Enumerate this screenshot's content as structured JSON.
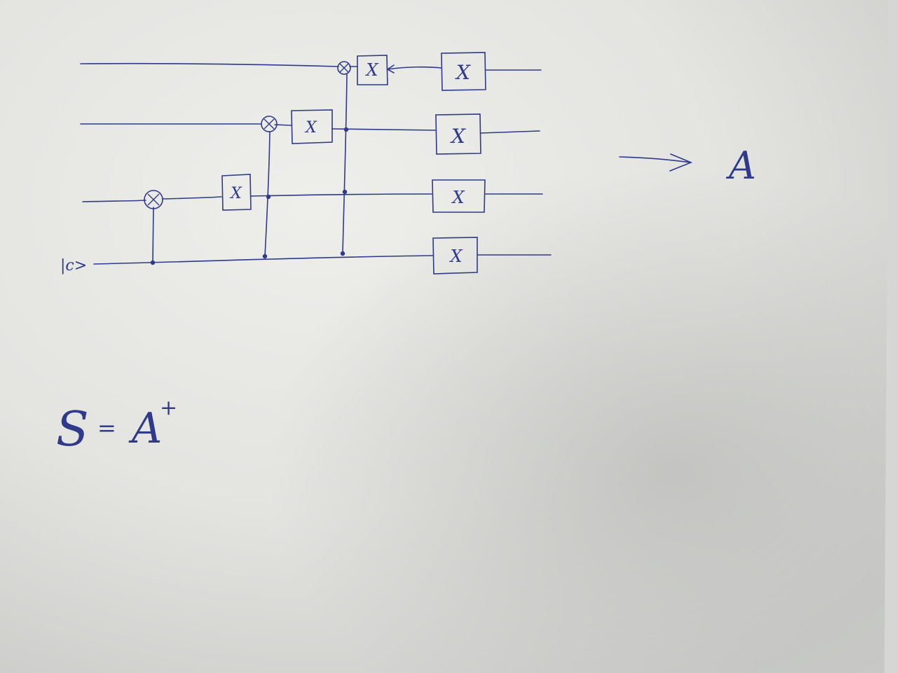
{
  "colors": {
    "ink": "#2f3a8a",
    "paper_light": "#e9e9e6",
    "paper_shadow": "#c2c3c0"
  },
  "circuit": {
    "input_label": "|c>",
    "wires": 4,
    "gates": [
      {
        "type": "cnot",
        "control": 3,
        "target": 2
      },
      {
        "type": "x",
        "qubit": 2
      },
      {
        "type": "cnot",
        "controls": [
          2,
          3
        ],
        "target": 1
      },
      {
        "type": "x",
        "qubit": 1
      },
      {
        "type": "cnot",
        "controls": [
          1,
          2,
          3
        ],
        "target": 0
      },
      {
        "type": "x",
        "qubit": 0
      },
      {
        "type": "x",
        "qubit": 0
      },
      {
        "type": "x",
        "qubit": 1
      },
      {
        "type": "x",
        "qubit": 2
      },
      {
        "type": "x",
        "qubit": 3
      }
    ],
    "gate_label": "X"
  },
  "result": {
    "arrow_icon": "arrow-right-icon",
    "label": "A"
  },
  "equation": {
    "lhs": "S",
    "equals": "=",
    "rhs": "A",
    "superscript": "+"
  }
}
